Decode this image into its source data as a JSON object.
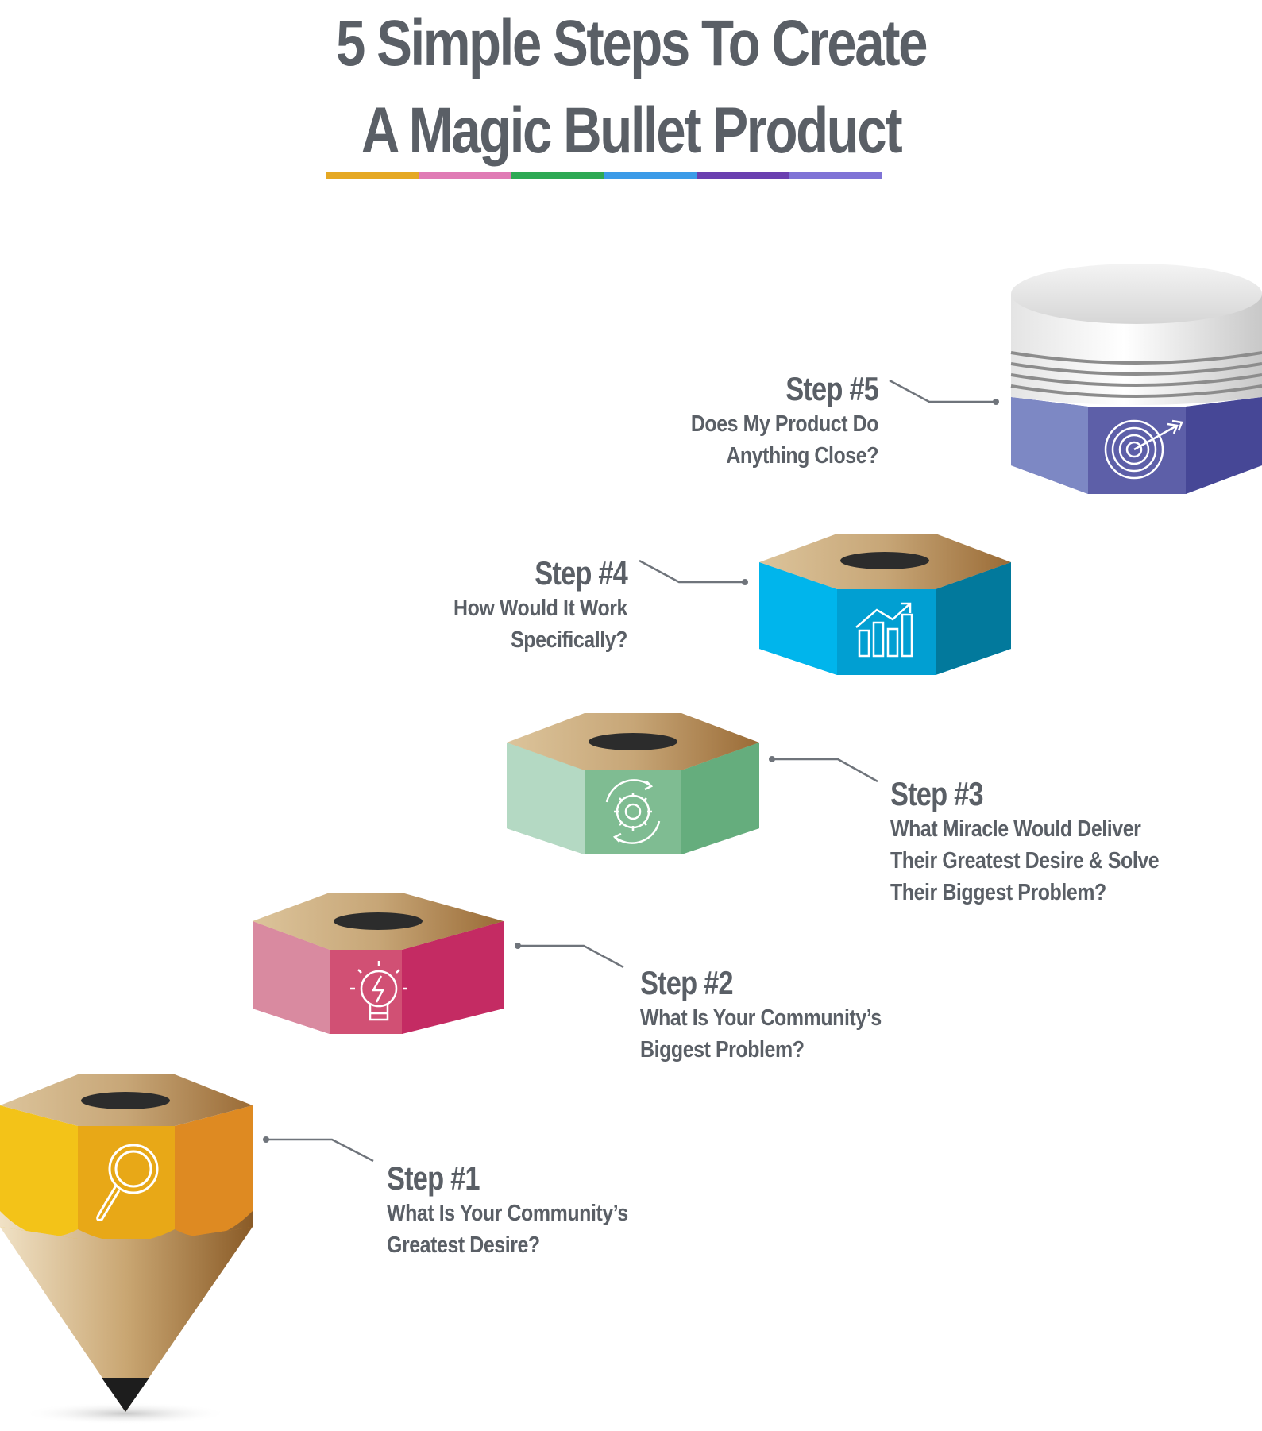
{
  "title": {
    "line1": "5 Simple Steps To Create",
    "line2": "A Magic Bullet Product"
  },
  "color_bar": [
    "#e5a823",
    "#e07bb5",
    "#2ea954",
    "#3b9be8",
    "#6a3fb0",
    "#7f73d6"
  ],
  "steps": [
    {
      "heading": "Step #1",
      "line1": "What Is Your Community’s",
      "line2": "Greatest Desire?",
      "icon": "magnifier-icon",
      "color": "#e8a817"
    },
    {
      "heading": "Step #2",
      "line1": "What Is Your Community’s",
      "line2": "Biggest Problem?",
      "icon": "lightbulb-icon",
      "color": "#d9577f"
    },
    {
      "heading": "Step #3",
      "line1": "What Miracle Would Deliver",
      "line2": "Their Greatest Desire & Solve",
      "line3": "Their Biggest Problem?",
      "icon": "gear-cycle-icon",
      "color": "#79b98f"
    },
    {
      "heading": "Step #4",
      "line1": "How Would It Work",
      "line2": "Specifically?",
      "icon": "growth-chart-icon",
      "color": "#00a8dc"
    },
    {
      "heading": "Step #5",
      "line1": "Does My Product Do",
      "line2": "Anything Close?",
      "icon": "target-icon",
      "color": "#5e61b0"
    }
  ]
}
